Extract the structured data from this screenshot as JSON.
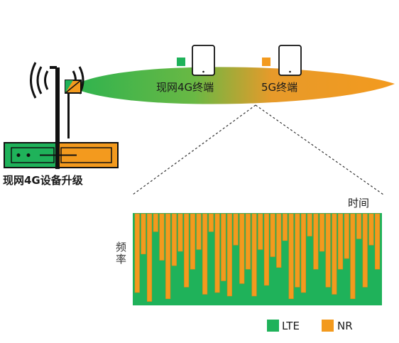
{
  "beam": {
    "lte_terminal_label": "现网4G终端",
    "nr_terminal_label": "5G终端"
  },
  "device": {
    "label": "现网4G设备升级"
  },
  "spectrum": {
    "x_label": "时间",
    "y_label": "频率",
    "nr_fill_fractions": [
      0.88,
      0.45,
      0.98,
      0.2,
      0.52,
      0.95,
      0.58,
      0.42,
      0.82,
      0.62,
      0.4,
      0.9,
      0.2,
      0.88,
      0.75,
      0.92,
      0.35,
      0.78,
      0.62,
      0.92,
      0.4,
      0.8,
      0.48,
      0.6,
      0.3,
      0.95,
      0.82,
      0.88,
      0.25,
      0.62,
      0.42,
      0.82,
      0.9,
      0.62,
      0.5,
      0.95,
      0.28,
      0.82,
      0.35,
      0.62
    ]
  },
  "legend": {
    "items": [
      {
        "label": "LTE",
        "color": "#1fb25a"
      },
      {
        "label": "NR",
        "color": "#f39a1e"
      }
    ]
  },
  "colors": {
    "lte": "#1fb25a",
    "nr": "#f39a1e",
    "nr_edge": "#d9861a"
  }
}
